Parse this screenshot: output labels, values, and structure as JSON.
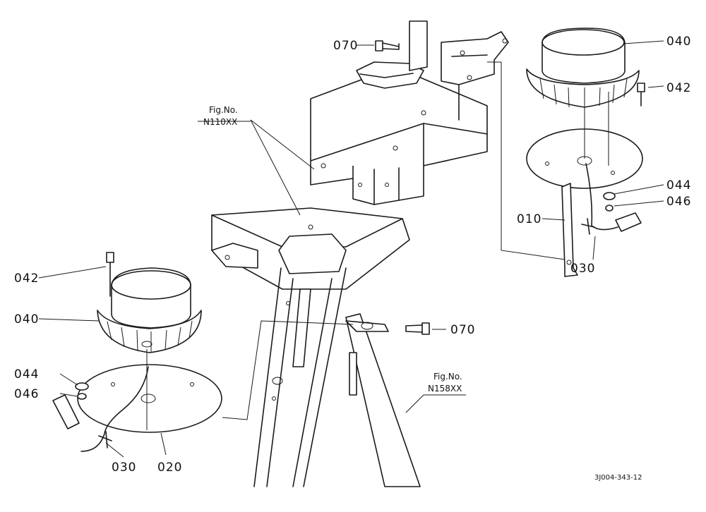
{
  "labels": {
    "p070_top": "070",
    "p040_right": "040",
    "p042_right": "042",
    "p044_right": "044",
    "p046_right": "046",
    "p010": "010",
    "p030_right": "030",
    "p042_left": "042",
    "p040_left": "040",
    "p044_left": "044",
    "p046_left": "046",
    "p030_left": "030",
    "p020": "020",
    "p070_mid": "070"
  },
  "fig_refs": {
    "top": {
      "line1": "Fig.No.",
      "line2": "N110XX"
    },
    "bottom": {
      "line1": "Fig.No.",
      "line2": "N158XX"
    }
  },
  "drawing_code": "3J004-343-12"
}
